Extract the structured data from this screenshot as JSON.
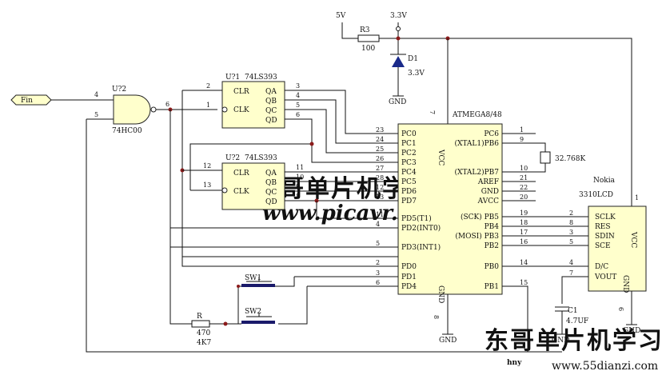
{
  "power": {
    "v5": "5V",
    "v33": "3.3V",
    "r3_ref": "R3",
    "r3_val": "100",
    "d1_ref": "D1",
    "d1_val": "3.3V",
    "gnd": "GND"
  },
  "input": {
    "fin": "Fin"
  },
  "u72": {
    "ref": "U?2",
    "part": "74HC00",
    "pin_a": "4",
    "pin_b": "5",
    "pin_y": "6"
  },
  "u71": {
    "ref": "U?1",
    "part": "74LS393",
    "clr": "CLR",
    "clk": "CLK",
    "qa": "QA",
    "qb": "QB",
    "qc": "QC",
    "qd": "QD",
    "p_clr": "2",
    "p_clk": "1",
    "p_qa": "3",
    "p_qb": "4",
    "p_qc": "5",
    "p_qd": "6"
  },
  "u72b": {
    "ref": "U?2",
    "part": "74LS393",
    "clr": "CLR",
    "clk": "CLK",
    "qa": "QA",
    "qb": "QB",
    "qc": "QC",
    "qd": "QD",
    "p_clr": "12",
    "p_clk": "13",
    "p_qa": "11",
    "p_qb": "10",
    "p_qc": "9",
    "p_qd": "8"
  },
  "mcu": {
    "name": "ATMEGA8/48",
    "vcc": "VCC",
    "vcc_pin": "7",
    "gnd": "GND",
    "gnd_pin": "8",
    "left": [
      {
        "label": "PC0",
        "pin": "23"
      },
      {
        "label": "PC1",
        "pin": "24"
      },
      {
        "label": "PC2",
        "pin": "25"
      },
      {
        "label": "PC3",
        "pin": "26"
      },
      {
        "label": "PC4",
        "pin": "27"
      },
      {
        "label": "PC5",
        "pin": "28"
      },
      {
        "label": "PD6",
        "pin": "12"
      },
      {
        "label": "PD7",
        "pin": "13"
      },
      {
        "label": "PD5(T1)",
        "pin": "11"
      },
      {
        "label": "PD2(INT0)",
        "pin": "4"
      },
      {
        "label": "PD3(INT1)",
        "pin": "5"
      },
      {
        "label": "PD0",
        "pin": "2"
      },
      {
        "label": "PD1",
        "pin": "3"
      },
      {
        "label": "PD4",
        "pin": "6"
      }
    ],
    "right": [
      {
        "label": "PC6",
        "pin": "1"
      },
      {
        "label": "(XTAL1)PB6",
        "pin": "9"
      },
      {
        "label": "(XTAL2)PB7",
        "pin": "10"
      },
      {
        "label": "AREF",
        "pin": "21"
      },
      {
        "label": "GND",
        "pin": "22"
      },
      {
        "label": "AVCC",
        "pin": "20"
      },
      {
        "label": "(SCK) PB5",
        "pin": "19"
      },
      {
        "label": "PB4",
        "pin": "18"
      },
      {
        "label": "(MOSI) PB3",
        "pin": "17"
      },
      {
        "label": "PB2",
        "pin": "16"
      },
      {
        "label": "PB0",
        "pin": "14"
      },
      {
        "label": "PB1",
        "pin": "15"
      }
    ]
  },
  "crystal": {
    "val": "32.768K"
  },
  "lcd": {
    "brand": "Nokia",
    "part": "3310LCD",
    "vcc": "VCC",
    "vcc_pin": "1",
    "gnd": "GND",
    "gnd_pin": "6",
    "pins": [
      {
        "label": "SCLK",
        "pin": "2"
      },
      {
        "label": "RES",
        "pin": "8"
      },
      {
        "label": "SDIN",
        "pin": "3"
      },
      {
        "label": "SCE",
        "pin": "5"
      },
      {
        "label": "D/C",
        "pin": "4"
      },
      {
        "label": "VOUT",
        "pin": "7"
      }
    ]
  },
  "cap": {
    "ref": "C1",
    "val": "4.7UF",
    "gnd": "GND"
  },
  "switches": {
    "sw1": "SW1",
    "sw2": "SW2"
  },
  "res": {
    "ref": "R",
    "val": "470",
    "val2": "4K7"
  },
  "misc": {
    "gnd_bottom": "GND",
    "gnd_lcd": "GND",
    "hny": "hny"
  },
  "watermark": {
    "cn1": "东哥单片机学习网",
    "url": "www.picavr.com",
    "cn2": "东哥单片机学习网",
    "site": "www.55dianzi.com"
  }
}
